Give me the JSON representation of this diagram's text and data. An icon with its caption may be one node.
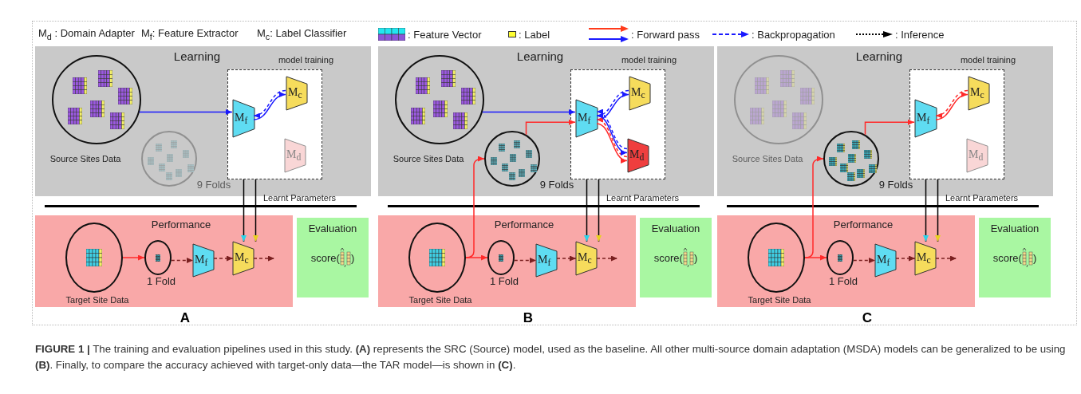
{
  "diagram": {
    "caption": "**FIGURE 1 |** The training and evaluation pipelines used in this study. **(A)** represents the SRC (Source) model, used as the baseline. All other multi-source domain adaptation (MSDA) models can be generalized to be using **(B)**. Finally, to compare the accuracy achieved with target-only data—the TAR model—is shown in **(C)**.",
    "nodes": [
      {
        "text": [
          "Learning"
        ]
      },
      {
        "text": [
          "model training"
        ],
        "in": 0
      },
      {
        "text": [
          "Source Sites Data"
        ],
        "in": 0
      },
      {
        "text": [
          "9 Folds"
        ],
        "in": 0
      },
      {
        "text": [
          "M$_{f}$"
        ],
        "in": 1
      },
      {
        "text": [
          "M$_{c}$"
        ],
        "in": 1
      },
      {
        "text": [
          "M$_{d}$"
        ],
        "in": 1
      },
      {
        "text": [
          "Performance"
        ]
      },
      {
        "text": [
          "Target Site Data"
        ],
        "in": 7
      },
      {
        "text": [
          "1 Fold"
        ],
        "in": 7
      },
      {
        "text": [
          "M$_{f}$"
        ],
        "in": 7
      },
      {
        "text": [
          "M$_{c}$"
        ],
        "in": 7
      },
      {
        "text": [
          "Evaluation",
          "score(",
          ")"
        ]
      },
      {
        "text": [
          "Learning"
        ]
      },
      {
        "text": [
          "model training"
        ],
        "in": 13
      },
      {
        "text": [
          "Source Sites Data"
        ],
        "in": 13
      },
      {
        "text": [
          "9 Folds"
        ],
        "in": 13
      },
      {
        "text": [
          "M$_{f}$"
        ],
        "in": 14
      },
      {
        "text": [
          "M$_{c}$"
        ],
        "in": 14
      },
      {
        "text": [
          "M$_{d}$"
        ],
        "in": 14
      },
      {
        "text": [
          "Performance"
        ]
      },
      {
        "text": [
          "Target Site Data"
        ],
        "in": 20
      },
      {
        "text": [
          "1 Fold"
        ],
        "in": 20
      },
      {
        "text": [
          "M$_{f}$"
        ],
        "in": 20
      },
      {
        "text": [
          "M$_{c}$"
        ],
        "in": 20
      },
      {
        "text": [
          "Evaluation",
          "score(",
          ")"
        ]
      },
      {
        "text": [
          "Learning"
        ]
      },
      {
        "text": [
          "model training"
        ],
        "in": 26
      },
      {
        "text": [
          "Source Sites Data"
        ],
        "in": 26
      },
      {
        "text": [
          "9 Folds"
        ],
        "in": 26
      },
      {
        "text": [
          "M$_{f}$"
        ],
        "in": 27
      },
      {
        "text": [
          "M$_{c}$"
        ],
        "in": 27
      },
      {
        "text": [
          "M$_{d}$"
        ],
        "in": 27
      },
      {
        "text": [
          "Performance"
        ]
      },
      {
        "text": [
          "Target Site Data"
        ],
        "in": 33
      },
      {
        "text": [
          "1 Fold"
        ],
        "in": 33
      },
      {
        "text": [
          "M$_{f}$"
        ],
        "in": 33
      },
      {
        "text": [
          "M$_{c}$"
        ],
        "in": 33
      },
      {
        "text": [
          "Evaluation",
          "score(",
          ")"
        ]
      }
    ],
    "edges": [
      {
        "from": 2,
        "to": 4,
        "arrow": "to",
        "color": "#1a1aff"
      },
      {
        "from": 4,
        "to": 5,
        "arrow": "to",
        "color": "#1a1aff"
      },
      {
        "from": 5,
        "to": 4,
        "arrow": "to",
        "style": "dashed",
        "color": "#1a1aff"
      },
      {
        "from": 1,
        "to": 11,
        "arrow": "to",
        "color": "#000000"
      },
      {
        "from": 1,
        "to": 11,
        "arrow": "to",
        "color": "#000000"
      },
      {
        "from": 8,
        "to": 9,
        "arrow": "to",
        "color": "#ff2a2a"
      },
      {
        "from": 9,
        "to": 10,
        "arrow": "to",
        "style": "dashed",
        "color": "#7a1f1f"
      },
      {
        "from": 10,
        "to": 11,
        "arrow": "to",
        "style": "dashed",
        "color": "#7a1f1f"
      },
      {
        "from": 11,
        "to": null,
        "arrow": "to",
        "style": "dashed",
        "color": "#7a1f1f"
      },
      {
        "from": 15,
        "to": 17,
        "arrow": "to",
        "color": "#1a1aff"
      },
      {
        "from": 16,
        "to": 17,
        "arrow": "to",
        "color": "#ff2a2a"
      },
      {
        "from": 17,
        "to": 18,
        "arrow": "to",
        "color": "#1a1aff"
      },
      {
        "from": 18,
        "to": 17,
        "arrow": "to",
        "style": "dashed",
        "color": "#1a1aff"
      },
      {
        "from": 17,
        "to": 19,
        "arrow": "to",
        "color": "#ff2a2a"
      },
      {
        "from": 19,
        "to": 17,
        "arrow": "to",
        "style": "dashed",
        "color": "#ff2a2a"
      },
      {
        "from": 17,
        "to": 19,
        "arrow": "to",
        "color": "#1a1aff"
      },
      {
        "from": 19,
        "to": 17,
        "arrow": "to",
        "style": "dashed",
        "color": "#1a1aff"
      },
      {
        "from": 14,
        "to": 24,
        "arrow": "to",
        "color": "#000000"
      },
      {
        "from": 14,
        "to": 24,
        "arrow": "to",
        "color": "#000000"
      },
      {
        "from": 21,
        "to": 16,
        "arrow": "to",
        "color": "#ff2a2a"
      },
      {
        "from": 21,
        "to": 22,
        "arrow": "to",
        "color": "#ff2a2a"
      },
      {
        "from": 22,
        "to": 23,
        "arrow": "to",
        "style": "dashed",
        "color": "#7a1f1f"
      },
      {
        "from": 23,
        "to": 24,
        "arrow": "to",
        "style": "dashed",
        "color": "#7a1f1f"
      },
      {
        "from": 24,
        "to": null,
        "arrow": "to",
        "style": "dashed",
        "color": "#7a1f1f"
      },
      {
        "from": 29,
        "to": 30,
        "arrow": "to",
        "color": "#ff2a2a"
      },
      {
        "from": 30,
        "to": 31,
        "arrow": "to",
        "color": "#ff2a2a"
      },
      {
        "from": 31,
        "to": 30,
        "arrow": "to",
        "style": "dashed",
        "color": "#ff2a2a"
      },
      {
        "from": 27,
        "to": 37,
        "arrow": "to",
        "color": "#000000"
      },
      {
        "from": 27,
        "to": 37,
        "arrow": "to",
        "color": "#000000"
      },
      {
        "from": 34,
        "to": 29,
        "arrow": "to",
        "color": "#ff2a2a"
      },
      {
        "from": 34,
        "to": 35,
        "arrow": "to",
        "color": "#ff2a2a"
      },
      {
        "from": 35,
        "to": 36,
        "arrow": "to",
        "style": "dashed",
        "color": "#7a1f1f"
      },
      {
        "from": 36,
        "to": 37,
        "arrow": "to",
        "style": "dashed",
        "color": "#7a1f1f"
      },
      {
        "from": 37,
        "to": null,
        "arrow": "to",
        "style": "dashed",
        "color": "#7a1f1f"
      }
    ],
    "labels": [
      "Learnt Parameters",
      "A",
      "Learnt Parameters",
      "B",
      "Learnt Parameters",
      "C"
    ],
    "legend": [
      {
        "text": "M$_{d}$ : Domain Adapter"
      },
      {
        "text": "M$_{f}$: Feature Extractor"
      },
      {
        "text": "M$_{c}$: Label Classifier"
      },
      {
        "text": ": Feature Vector"
      },
      {
        "text": ": Label",
        "color": "#ffff33"
      },
      {
        "text": ": Forward pass"
      },
      {
        "text": ": Backpropagation"
      },
      {
        "text": ": Inference"
      }
    ]
  }
}
